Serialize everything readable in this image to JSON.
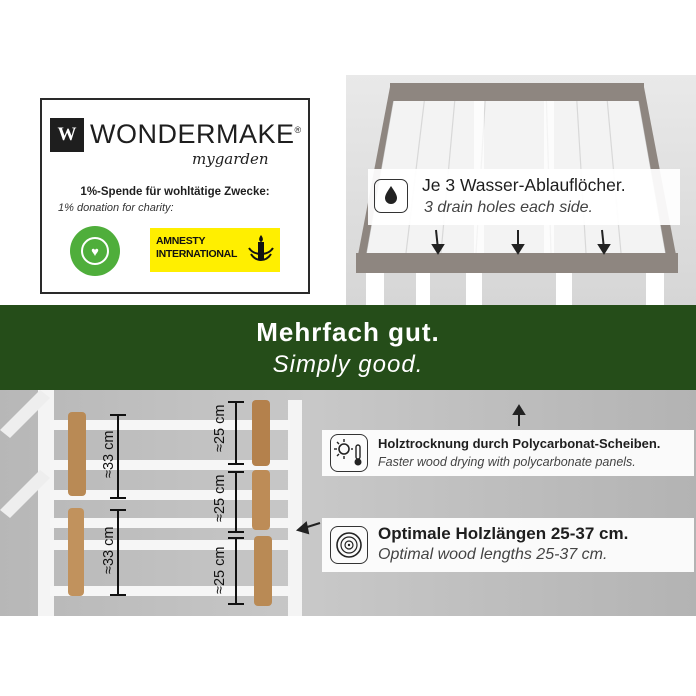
{
  "brand": {
    "name": "WONDERMAKE",
    "registered": "®",
    "mark": "W",
    "sub": "mygarden"
  },
  "donation": {
    "de": "1%-Spende für wohltätige Zwecke:",
    "en": "1% donation for charity:"
  },
  "charities": {
    "sos_icon": "heart-hands-icon",
    "amnesty_line1": "AMNESTY",
    "amnesty_line2": "INTERNATIONAL",
    "amnesty_color": "#ffef00",
    "sos_color": "#4fae3b"
  },
  "drain": {
    "de": "Je 3 Wasser-Ablauflöcher.",
    "en": "3 drain holes each side.",
    "icon": "water-drop-icon"
  },
  "banner": {
    "de": "Mehrfach gut.",
    "en": "Simply good.",
    "color": "#254d19"
  },
  "dimensions": {
    "left_top": "≈33 cm",
    "left_bottom": "≈33 cm",
    "right_top": "≈25 cm",
    "right_middle": "≈25 cm",
    "right_bottom": "≈25 cm"
  },
  "drying": {
    "de": "Holztrocknung durch Polycarbonat-Scheiben.",
    "en": "Faster wood drying with polycarbonate panels.",
    "icon": "sun-thermometer-icon"
  },
  "lengths": {
    "de": "Optimale Holzlängen 25-37 cm.",
    "en": "Optimal wood lengths 25-37 cm.",
    "icon": "wood-log-icon"
  }
}
